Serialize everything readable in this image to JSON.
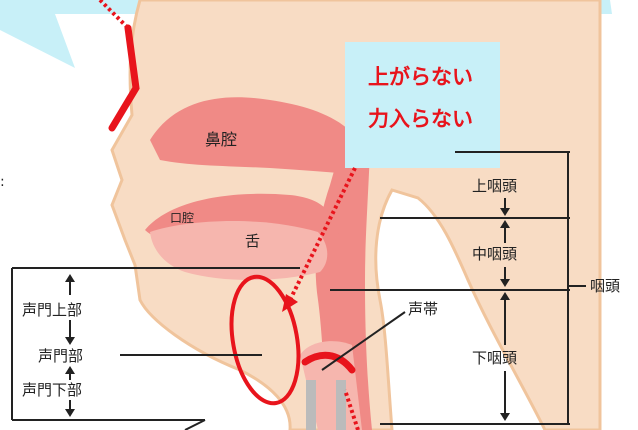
{
  "callout": {
    "line1": "上がらない",
    "line2": "力入らない"
  },
  "organs": {
    "nasal_cavity": "鼻腔",
    "oral_cavity": "口腔",
    "tongue": "舌"
  },
  "pharynx_regions": {
    "upper": "上咽頭",
    "middle": "中咽頭",
    "lower": "下咽頭",
    "whole": "咽頭"
  },
  "vocal_cord_label": "声帯",
  "glottis_regions": {
    "supraglottic": "声門上部",
    "glottic": "声門部",
    "subglottic": "声門下部"
  },
  "colors": {
    "skin": "#f8dcc4",
    "skin_outline": "#f0c49c",
    "cavity": "#f08a86",
    "cavity_light": "#f6b6ae",
    "highlight_red": "#e8141c",
    "callout_bg": "#c8f0f8"
  }
}
